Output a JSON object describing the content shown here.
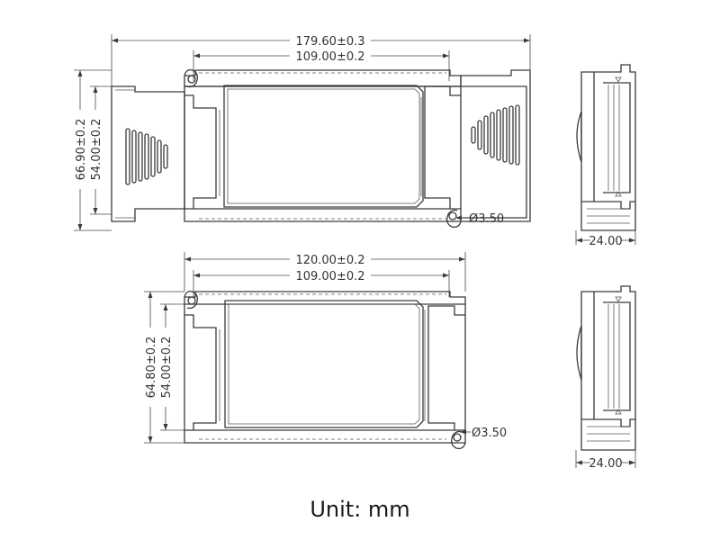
{
  "unit_caption": "Unit: mm",
  "top_view": {
    "overall_length": "179.60±0.3",
    "hole_pitch": "109.00±0.2",
    "overall_width": "66.90±0.2",
    "body_width": "54.00±0.2",
    "hole_diameter": "Ø3.50"
  },
  "bottom_view": {
    "overall_length": "120.00±0.2",
    "hole_pitch": "109.00±0.2",
    "overall_width": "64.80±0.2",
    "body_width": "54.00±0.2",
    "hole_diameter": "Ø3.50"
  },
  "side_view_top": {
    "height": "24.00"
  },
  "side_view_bottom": {
    "height": "24.00"
  }
}
